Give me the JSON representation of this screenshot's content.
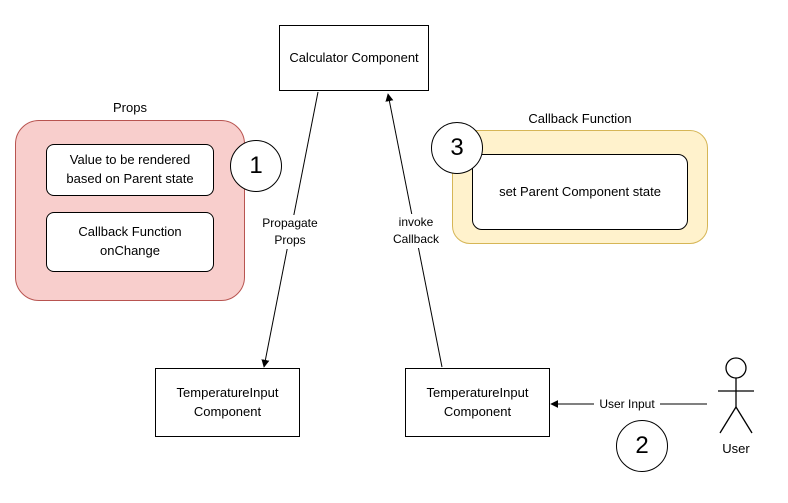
{
  "groups": {
    "props": {
      "title": "Props",
      "items": [
        "Value to be rendered based on Parent state",
        "Callback Function onChange"
      ]
    },
    "callback": {
      "title": "Callback Function",
      "item": "set Parent Component state"
    }
  },
  "nodes": {
    "calculator": "Calculator Component",
    "temp_input_left": "TemperatureInput Component",
    "temp_input_right": "TemperatureInput Component",
    "user": "User"
  },
  "edges": {
    "propagate": "Propagate Props",
    "invoke": "invoke Callback",
    "user_input": "User Input"
  },
  "markers": [
    "1",
    "2",
    "3"
  ],
  "colors": {
    "props_fill": "#f8cecc",
    "props_stroke": "#b85450",
    "callback_fill": "#fff2cc",
    "callback_stroke": "#d6b656"
  }
}
